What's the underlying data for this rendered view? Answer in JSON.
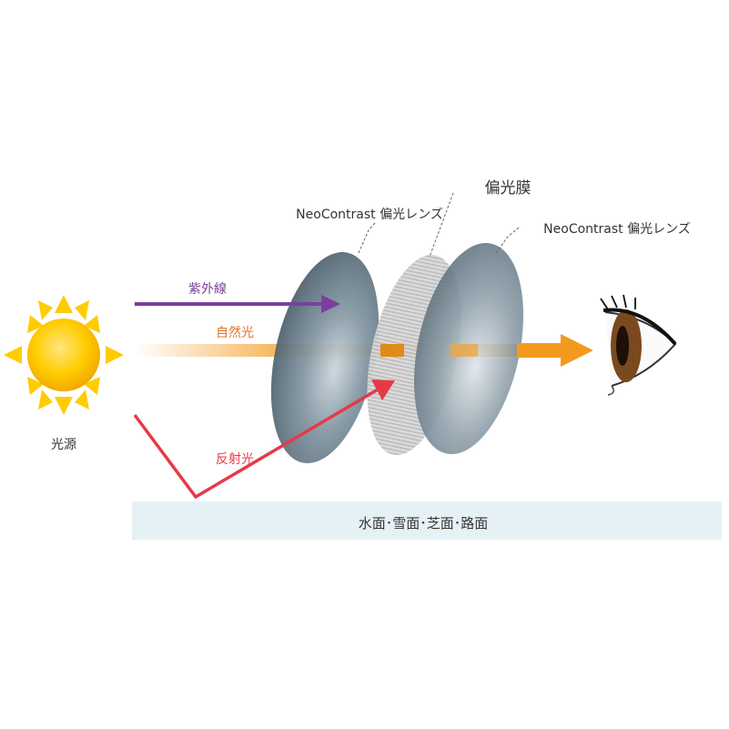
{
  "labels": {
    "lens_front": "NeoContrast 偏光レンズ",
    "polarizing_film": "偏光膜",
    "lens_back": "NeoContrast 偏光レンズ",
    "uv_rays": "紫外線",
    "natural_light": "自然光",
    "reflected_light": "反射光",
    "light_source": "光源",
    "surface": "水面･雪面･芝面･路面"
  },
  "colors": {
    "uv": "#7a3f9e",
    "natural": "#f39a1e",
    "natural_label": "#e8742a",
    "reflected": "#e63946",
    "surface_band": "#e6f1f6",
    "lens": "#5f7380",
    "sun": "#ffcc00"
  },
  "icons": [
    "sun-icon",
    "eye-icon"
  ]
}
